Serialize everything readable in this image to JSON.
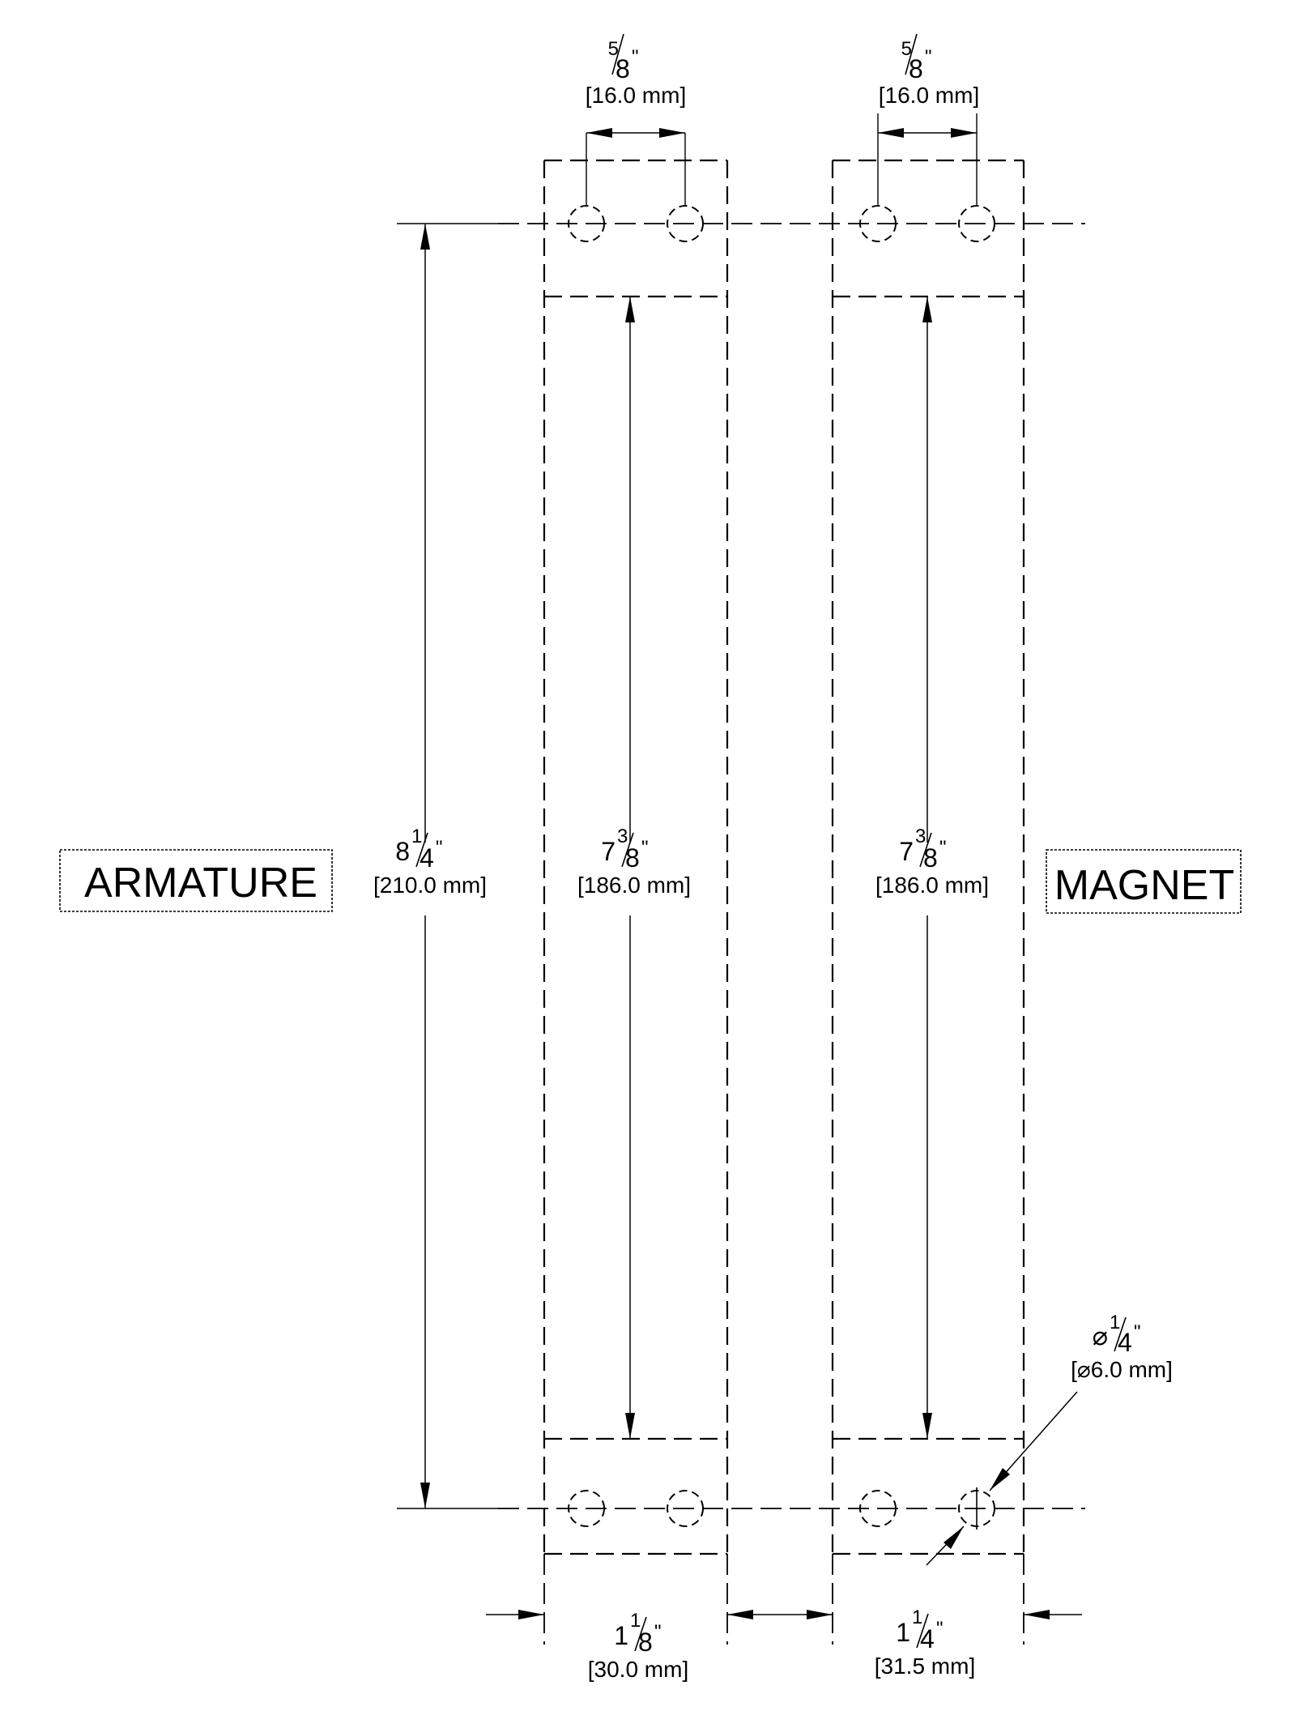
{
  "labels": {
    "armature": "ARMATURE",
    "magnet": "MAGNET"
  },
  "dimensions": {
    "armature_hole_spacing": {
      "whole": "",
      "num": "5",
      "den": "8",
      "unit": "\"",
      "mm": "[16.0 mm]"
    },
    "magnet_hole_spacing": {
      "whole": "",
      "num": "5",
      "den": "8",
      "unit": "\"",
      "mm": "[16.0 mm]"
    },
    "overall_height": {
      "whole": "8",
      "num": "1",
      "den": "4",
      "unit": "\"",
      "mm": "[210.0 mm]"
    },
    "armature_inner_height": {
      "whole": "7",
      "num": "3",
      "den": "8",
      "unit": "\"",
      "mm": "[186.0 mm]"
    },
    "magnet_inner_height": {
      "whole": "7",
      "num": "3",
      "den": "8",
      "unit": "\"",
      "mm": "[186.0 mm]"
    },
    "hole_diameter": {
      "whole": "⌀",
      "num": "1",
      "den": "4",
      "unit": "\"",
      "mm": "[⌀6.0 mm]"
    },
    "armature_width": {
      "whole": "1",
      "num": "1",
      "den": "8",
      "unit": "\"",
      "mm": "[30.0 mm]"
    },
    "magnet_width": {
      "whole": "1",
      "num": "1",
      "den": "4",
      "unit": "\"",
      "mm": "[31.5 mm]"
    }
  }
}
